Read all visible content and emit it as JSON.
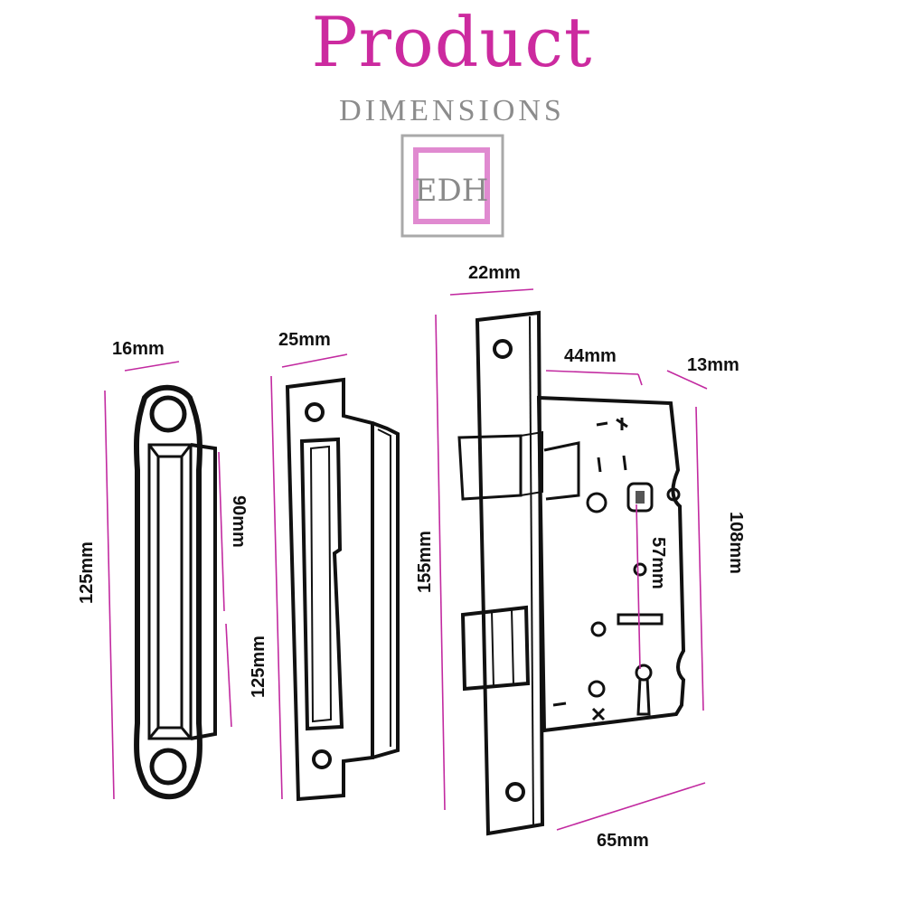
{
  "header": {
    "title": "Product",
    "subtitle": "DIMENSIONS"
  },
  "logo": {
    "letters": "EDH"
  },
  "colors": {
    "accent": "#cc2a9f",
    "dimension_line": "#c22aa0",
    "subtitle": "#8c8c8c",
    "ink": "#111111"
  },
  "dimensions": {
    "keep_width": "16mm",
    "keep_height": "125mm",
    "keep_inner_depth": "90mm",
    "keep_inner_height": "125mm",
    "strike_width": "25mm",
    "strike_height": "155mm",
    "faceplate_width": "22mm",
    "backset": "44mm",
    "case_depth": "13mm",
    "case_height": "108mm",
    "centres": "57mm",
    "case_width": "65mm"
  }
}
